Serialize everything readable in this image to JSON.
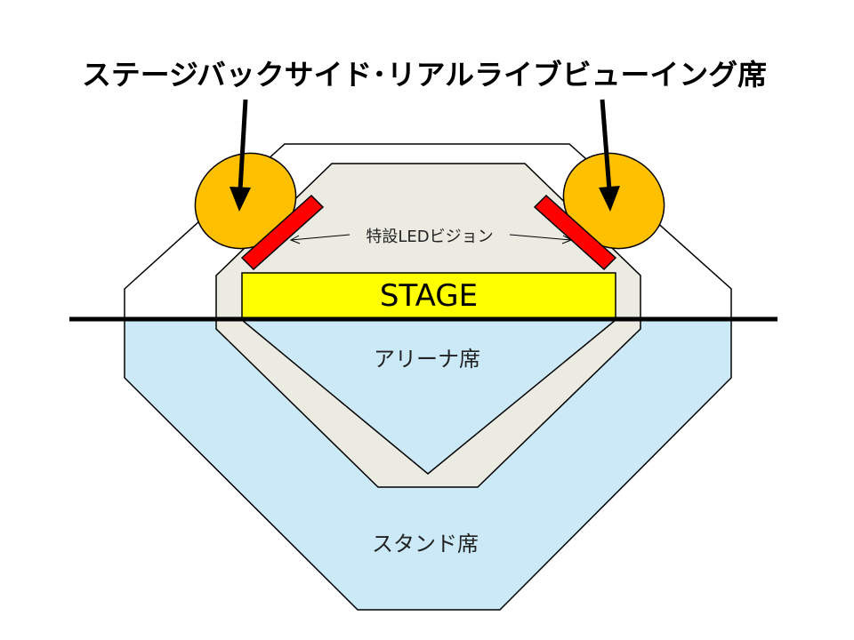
{
  "title": "ステージバックサイド･リアルライブビューイング席",
  "labels": {
    "led_vision": "特設LEDビジョン",
    "stage": "STAGE",
    "arena": "アリーナ席",
    "stand": "スタンド席"
  },
  "colors": {
    "stand_fill": "#cce9f8",
    "arena_fill": "#ecebe2",
    "stage_fill": "#ffff00",
    "led_fill": "#ff0000",
    "backside_fill": "#ffc000",
    "outline": "#000000"
  }
}
